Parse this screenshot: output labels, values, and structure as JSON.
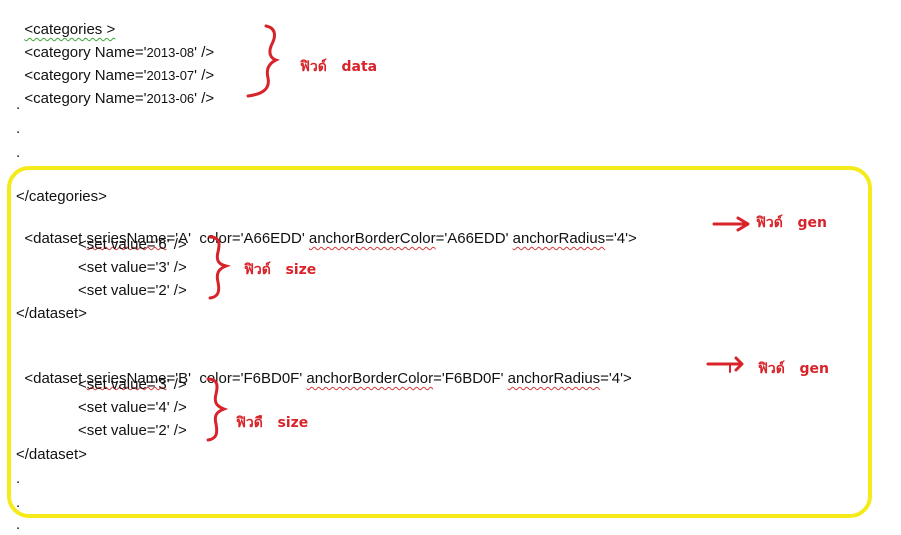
{
  "code": {
    "categories_open": "<categories >",
    "category_lines": [
      {
        "prefix": "<category Name='",
        "name": "2013-08",
        "suffix": "' />"
      },
      {
        "prefix": "<category Name='",
        "name": "2013-07",
        "suffix": "' />"
      },
      {
        "prefix": "<category Name='",
        "name": "2013-06",
        "suffix": "' />"
      }
    ],
    "dot": ".",
    "categories_close": "</categories>",
    "datasets": [
      {
        "open": {
          "t1": "<dataset ",
          "k1": "seriesName",
          "v1": "='A'  color='A66EDD' ",
          "k2": "anchorBorderColor",
          "v2": "='A66EDD' ",
          "k3": "anchorRadius",
          "v3": "='4'>"
        },
        "sets": [
          "<set value='6' />",
          "<set value='3' />",
          "<set value='2' />"
        ],
        "close": "</dataset>"
      },
      {
        "open": {
          "t1": "<dataset ",
          "k1": "seriesName",
          "v1": "='B'  color='F6BD0F' ",
          "k2": "anchorBorderColor",
          "v2": "='F6BD0F' ",
          "k3": "anchorRadius",
          "v3": "='4'>"
        },
        "sets": [
          "<set value='3' />",
          "<set value='4' />",
          "<set value='2' />"
        ],
        "close": "</dataset>"
      }
    ]
  },
  "annotations": {
    "data": "ฟิวด์   data",
    "gen_a": "ฟิวด์   gen",
    "size_a": "ฟิวด์   size",
    "gen_b": "ฟิวด์   gen",
    "size_b": "ฟิวดื   size"
  },
  "colors": {
    "annotation": "#d8232a",
    "highlight_box": "#f5ea1a",
    "series_a": "#A66EDD",
    "series_b": "#F6BD0F"
  }
}
